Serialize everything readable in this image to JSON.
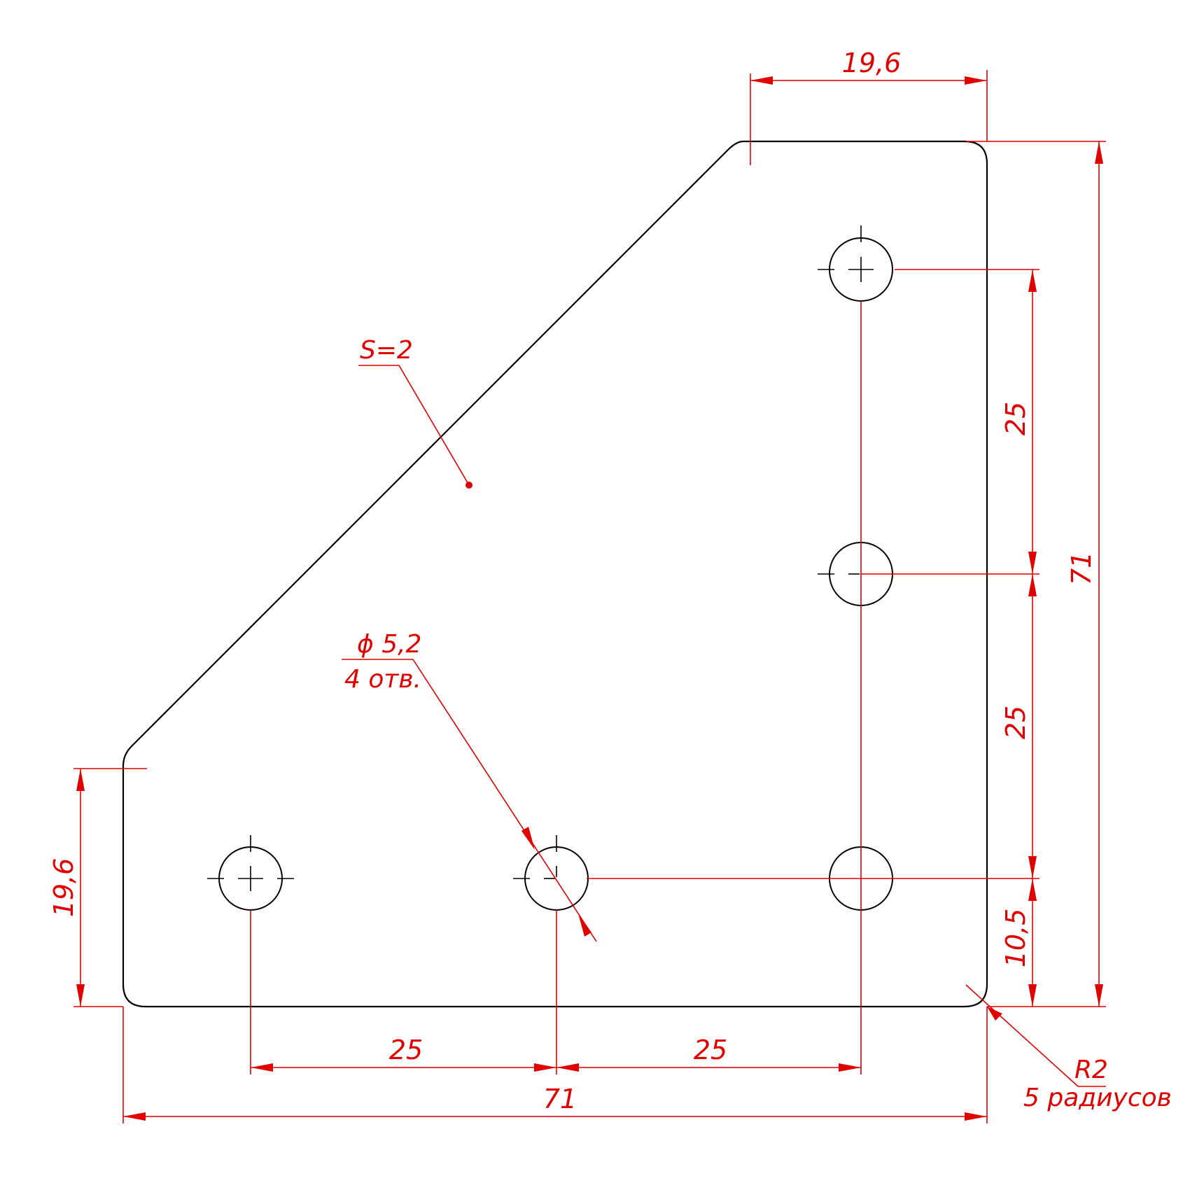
{
  "drawing": {
    "dimensions": {
      "top_width": "19,6",
      "left_height": "19,6",
      "total_width": "71",
      "total_height": "71",
      "pitch_x_1": "25",
      "pitch_x_2": "25",
      "pitch_y_1": "25",
      "pitch_y_2": "25",
      "bottom_offset": "10,5"
    },
    "notes": {
      "thickness": "S=2",
      "hole_size": "ϕ 5,2",
      "hole_count": "4 отв.",
      "radius": "R2",
      "radius_count": "5 радиусов"
    },
    "colors": {
      "part_outline": "#000000",
      "dimension": "#e00000"
    }
  }
}
